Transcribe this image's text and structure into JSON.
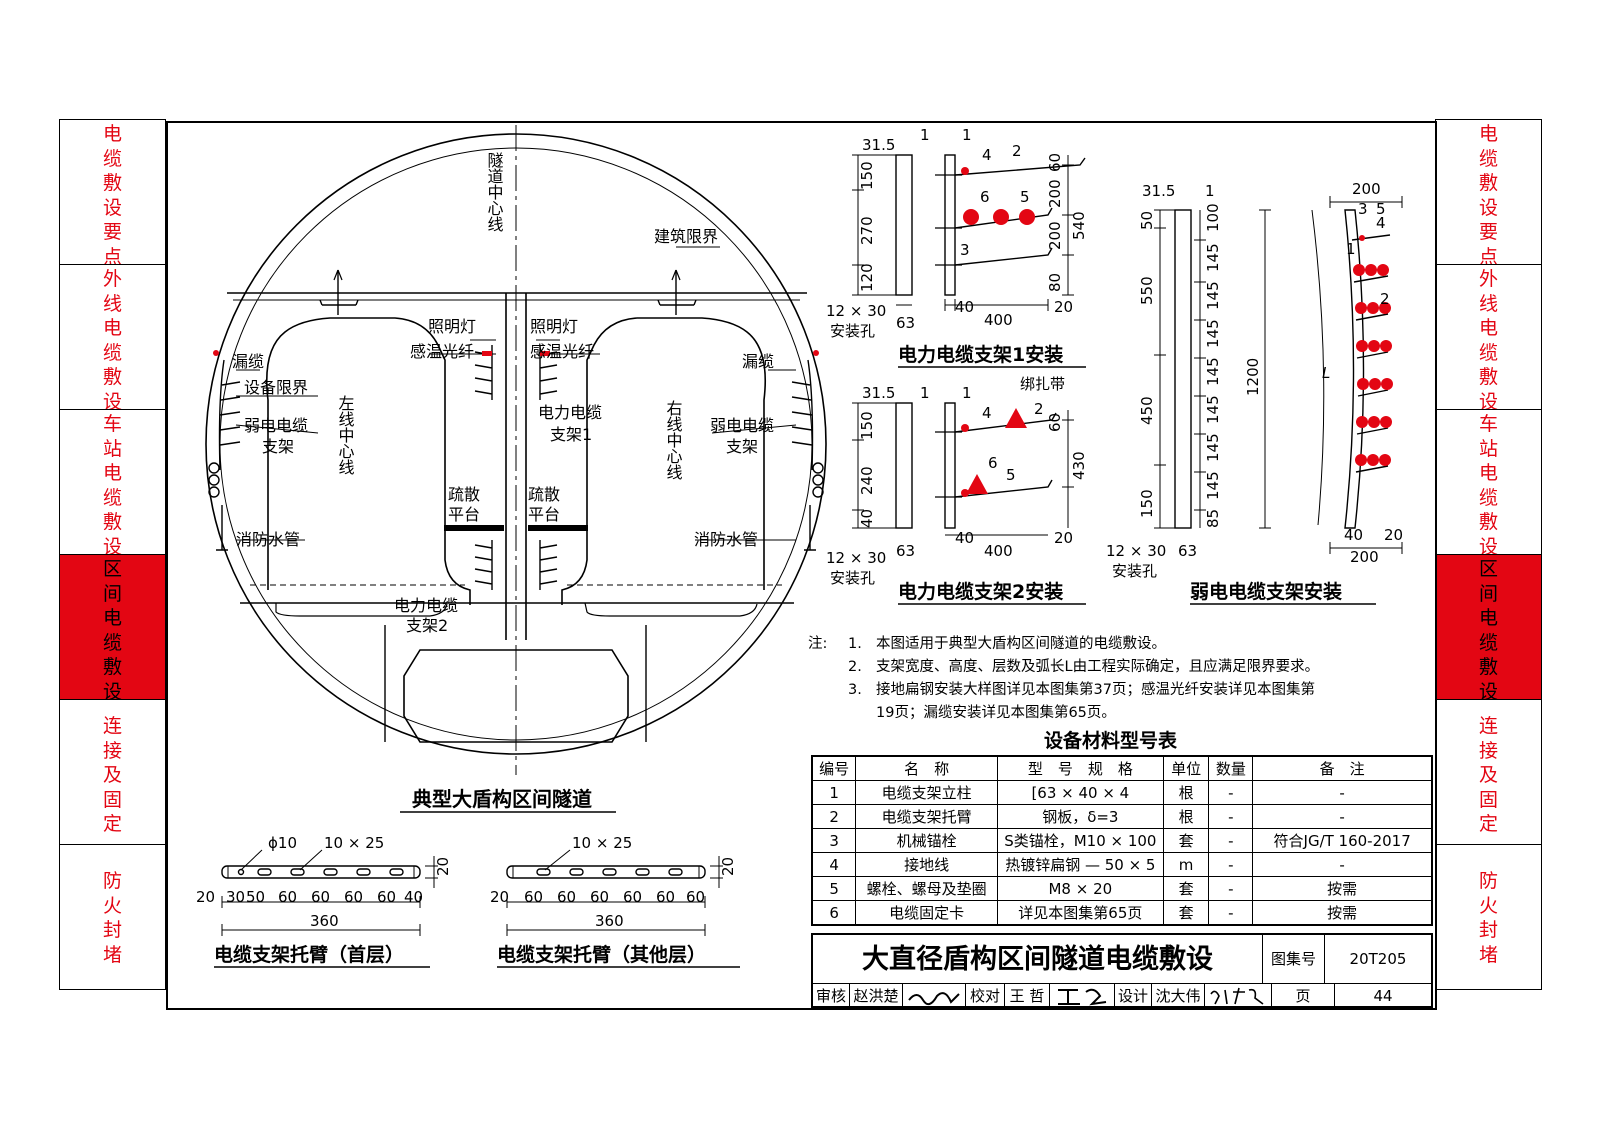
{
  "side_tabs": [
    {
      "label": "电缆敷设要点",
      "active": false
    },
    {
      "label": "外线电缆敷设",
      "active": false
    },
    {
      "label": "车站电缆敷设",
      "active": false
    },
    {
      "label": "区间电缆敷设",
      "active": true
    },
    {
      "label": "连接及固定",
      "active": false
    },
    {
      "label": "防火封堵",
      "active": false
    }
  ],
  "tunnel": {
    "center_line": "隧道中心线",
    "building_limit": "建筑限界",
    "left_line": "左线中心线",
    "right_line": "右线中心线",
    "leaky_cable_l": "漏缆",
    "equip_limit": "设备限界",
    "weak_bracket_l1": "弱电电缆",
    "weak_bracket_l2": "支架",
    "fire_pipe_l": "消防水管",
    "lighting_l": "照明灯",
    "fiber_l": "感温光纤",
    "evac_l1": "疏散",
    "evac_l2": "平台",
    "lighting_r": "照明灯",
    "fiber_r": "感温光纤",
    "power_b1_l1": "电力电缆",
    "power_b1_l2": "支架1",
    "evac_r1": "疏散",
    "evac_r2": "平台",
    "leaky_cable_r": "漏缆",
    "weak_bracket_r1": "弱电电缆",
    "weak_bracket_r2": "支架",
    "fire_pipe_r": "消防水管",
    "power_b2_l1": "电力电缆",
    "power_b2_l2": "支架2",
    "caption": "典型大盾构区间隧道"
  },
  "detail1": {
    "title": "电力电缆支架1安装",
    "d_31_5": "31.5",
    "d_150": "150",
    "d_270": "270",
    "d_120": "120",
    "hole": "12 × 30",
    "hole_label": "安装孔",
    "d_63": "63",
    "d_60": "60",
    "d_200a": "200",
    "d_540": "540",
    "d_200b": "200",
    "d_80": "80",
    "d_40": "40",
    "d_400": "400",
    "d_20": "20"
  },
  "detail2": {
    "title": "电力电缆支架2安装",
    "tie": "绑扎带",
    "d_31_5": "31.5",
    "d_150": "150",
    "d_240": "240",
    "d_40v": "40",
    "hole": "12 × 30",
    "hole_label": "安装孔",
    "d_63": "63",
    "d_60": "60",
    "d_430": "430",
    "d_40": "40",
    "d_400": "400",
    "d_20": "20"
  },
  "detail3": {
    "title": "弱电电缆支架安装",
    "d_31_5": "31.5",
    "d_50": "50",
    "d_550": "550",
    "d_450": "450",
    "d_150": "150",
    "d_100": "100",
    "d_145": "145",
    "d_85": "85",
    "d_1200": "1200",
    "hole": "12 × 30",
    "hole_label": "安装孔",
    "d_63": "63",
    "d_200t": "200",
    "d_40": "40",
    "d_20": "20",
    "d_200b": "200",
    "arc": "L"
  },
  "callouts": {
    "n1": "1",
    "n2": "2",
    "n3": "3",
    "n4": "4",
    "n5": "5",
    "n6": "6"
  },
  "arm_first": {
    "title": "电缆支架托臂（首层）",
    "phi": "ϕ10",
    "slot": "10 × 25",
    "d_20v": "20",
    "dims": [
      "20",
      "30",
      "50",
      "60",
      "60",
      "60",
      "60",
      "40"
    ],
    "total": "360"
  },
  "arm_other": {
    "title": "电缆支架托臂（其他层）",
    "slot": "10 × 25",
    "d_20v": "20",
    "dims": [
      "20",
      "60",
      "60",
      "60",
      "60",
      "60",
      "60"
    ],
    "total": "360"
  },
  "notes": {
    "label": "注:",
    "items": [
      {
        "num": "1.",
        "lines": [
          "本图适用于典型大盾构区间隧道的电缆敷设。"
        ]
      },
      {
        "num": "2.",
        "lines": [
          "支架宽度、高度、层数及弧长L由工程实际确定，且应满足限界要求。"
        ]
      },
      {
        "num": "3.",
        "lines": [
          "接地扁钢安装大样图详见本图集第37页；感温光纤安装详见本图集第",
          "19页；漏缆安装详见本图集第65页。"
        ]
      }
    ]
  },
  "table": {
    "title": "设备材料型号表",
    "headers": [
      "编号",
      "名　称",
      "型　号　规　格",
      "单位",
      "数量",
      "备　注"
    ],
    "rows": [
      [
        "1",
        "电缆支架立柱",
        "[63 × 40 × 4",
        "根",
        "-",
        "-"
      ],
      [
        "2",
        "电缆支架托臂",
        "钢板，δ=3",
        "根",
        "-",
        "-"
      ],
      [
        "3",
        "机械锚栓",
        "S类锚栓，M10 × 100",
        "套",
        "-",
        "符合JG/T 160-2017"
      ],
      [
        "4",
        "接地线",
        "热镀锌扁钢 — 50 × 5",
        "m",
        "-",
        "-"
      ],
      [
        "5",
        "螺栓、螺母及垫圈",
        "M8 × 20",
        "套",
        "-",
        "按需"
      ],
      [
        "6",
        "电缆固定卡",
        "详见本图集第65页",
        "套",
        "-",
        "按需"
      ]
    ]
  },
  "title_block": {
    "title": "大直径盾构区间隧道电缆敷设",
    "atlas_label": "图集号",
    "atlas_no": "20T205",
    "review_label": "审核",
    "reviewer": "赵洪楚",
    "check_label": "校对",
    "checker": "王 哲",
    "design_label": "设计",
    "designer": "沈大伟",
    "page_label": "页",
    "page_no": "44"
  },
  "colors": {
    "accent": "#e30613",
    "line": "#000000"
  }
}
